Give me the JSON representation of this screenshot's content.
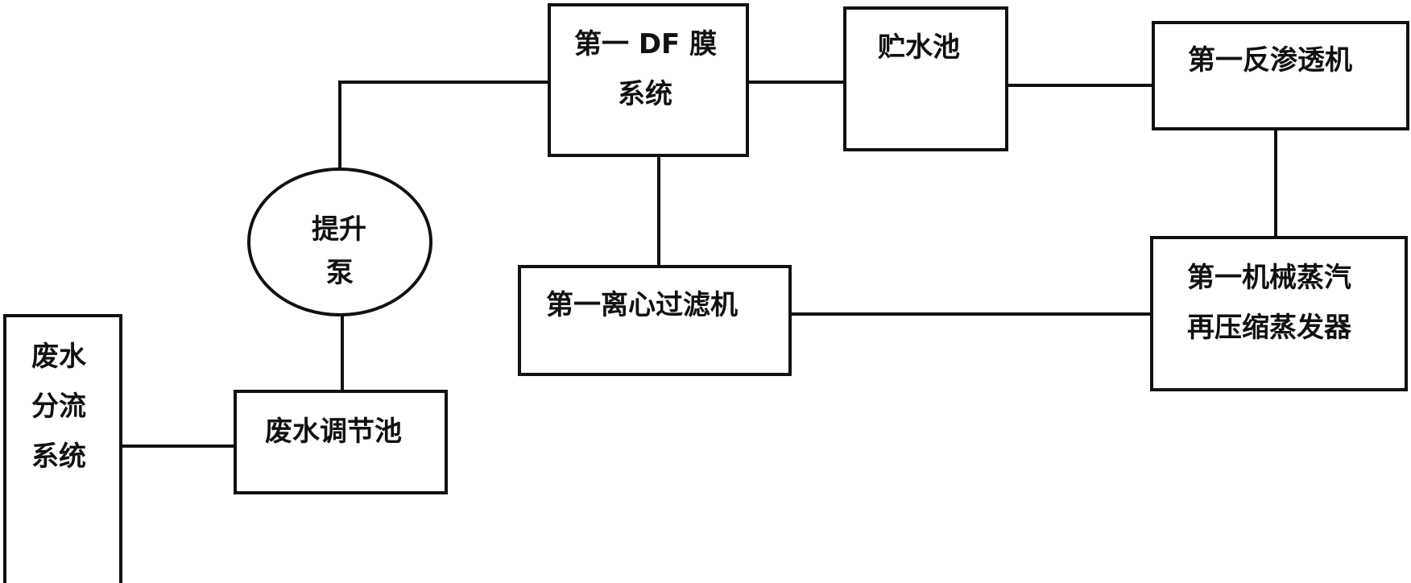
{
  "diagram": {
    "nodes": {
      "wastewater_split": {
        "lines": [
          "废水",
          "分流",
          "系统"
        ]
      },
      "equalization_tank": {
        "label": "废水调节池"
      },
      "lift_pump": {
        "lines": [
          "提升",
          "泵"
        ]
      },
      "df_membrane": {
        "lines": [
          "第一 DF 膜",
          "系统"
        ]
      },
      "storage_tank": {
        "label": "贮水池"
      },
      "reverse_osmosis": {
        "label": "第一反渗透机"
      },
      "centrifugal_filter": {
        "label": "第一离心过滤机"
      },
      "mvr_evaporator": {
        "lines": [
          "第一机械蒸汽",
          "再压缩蒸发器"
        ]
      }
    },
    "edges": [
      {
        "from": "wastewater_split",
        "to": "equalization_tank"
      },
      {
        "from": "equalization_tank",
        "to": "lift_pump"
      },
      {
        "from": "lift_pump",
        "to": "df_membrane"
      },
      {
        "from": "df_membrane",
        "to": "storage_tank"
      },
      {
        "from": "storage_tank",
        "to": "reverse_osmosis"
      },
      {
        "from": "reverse_osmosis",
        "to": "mvr_evaporator"
      },
      {
        "from": "df_membrane",
        "to": "centrifugal_filter"
      },
      {
        "from": "centrifugal_filter",
        "to": "mvr_evaporator"
      }
    ],
    "colors": {
      "stroke": "#111111",
      "background": "#ffffff"
    }
  }
}
